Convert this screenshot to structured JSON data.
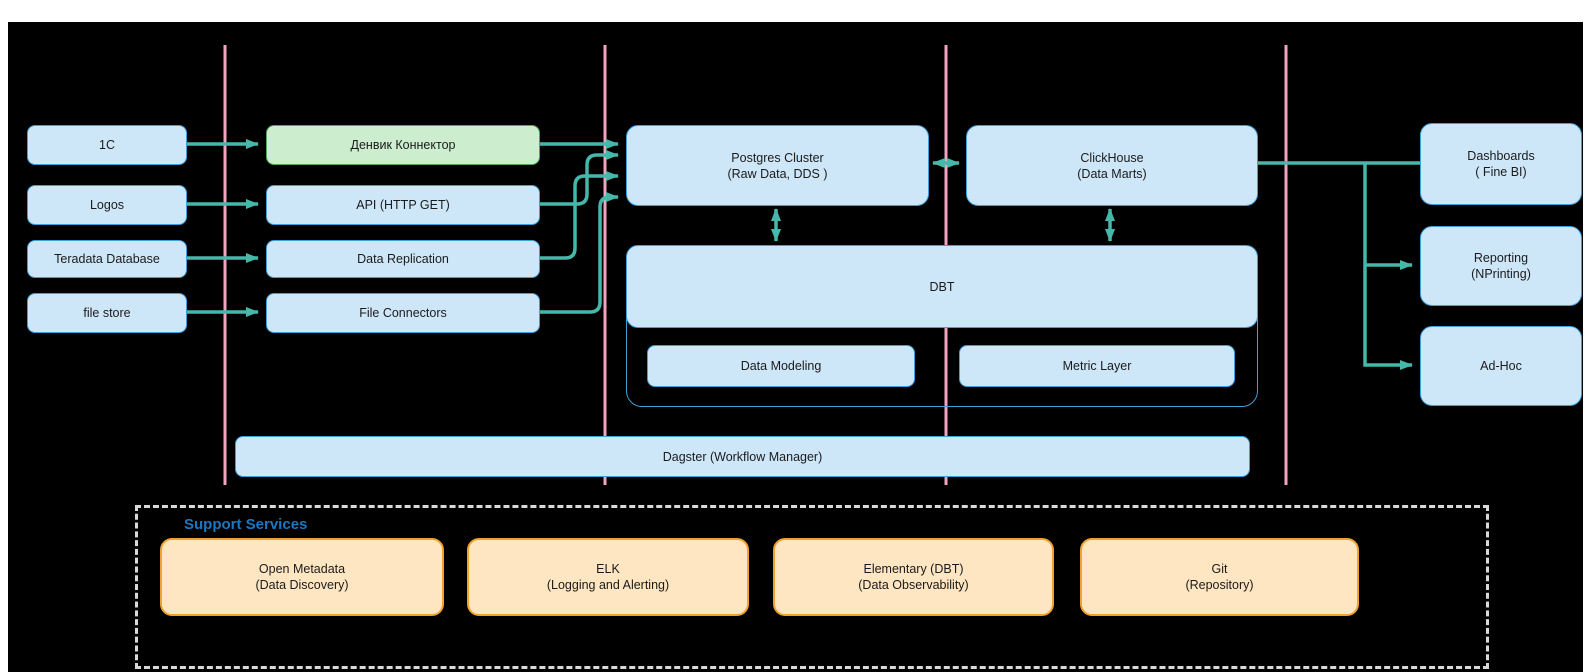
{
  "colors": {
    "page-bg": "#ffffff",
    "canvas-bg": "#000000",
    "node-blue-fill": "#cde7f9",
    "node-blue-stroke": "#3f9fd8",
    "node-green-fill": "#cdedcf",
    "node-green-stroke": "#55a55c",
    "node-orange-fill": "#ffe6c2",
    "node-orange-stroke": "#efa22d",
    "arrow": "#45b8aa",
    "lane-divider": "#f1a3c0",
    "support-title": "#1a78c2",
    "support-border": "#d9d9d9",
    "node-text": "#1b1b1b"
  },
  "sources": [
    {
      "label": "1C"
    },
    {
      "label": "Logos"
    },
    {
      "label": "Teradata Database"
    },
    {
      "label": "file store"
    }
  ],
  "ingest": [
    {
      "label": "Денвик Коннектор"
    },
    {
      "label": "API (HTTP GET)"
    },
    {
      "label": "Data Replication"
    },
    {
      "label": "File Connectors"
    }
  ],
  "storage": {
    "postgres": {
      "line1": "Postgres Cluster",
      "line2": "(Raw Data, DDS )"
    },
    "clickhouse": {
      "line1": "ClickHouse",
      "line2": "(Data Marts)"
    }
  },
  "transform": {
    "dbt_label": "DBT",
    "data_modeling_label": "Data Modeling",
    "metric_layer_label": "Metric Layer"
  },
  "consumers": [
    {
      "line1": "Dashboards",
      "line2": "( Fine BI)"
    },
    {
      "line1": "Reporting",
      "line2": "(NPrinting)"
    },
    {
      "line1": "Ad-Hoc",
      "line2": ""
    }
  ],
  "orchestration": {
    "label": "Dagster (Workflow Manager)"
  },
  "support": {
    "title": "Support Services",
    "services": [
      {
        "line1": "Open Metadata",
        "line2": "(Data Discovery)"
      },
      {
        "line1": "ELK",
        "line2": "(Logging and Alerting)"
      },
      {
        "line1": "Elementary (DBT)",
        "line2": "(Data Observability)"
      },
      {
        "line1": "Git",
        "line2": "(Repository)"
      }
    ]
  }
}
